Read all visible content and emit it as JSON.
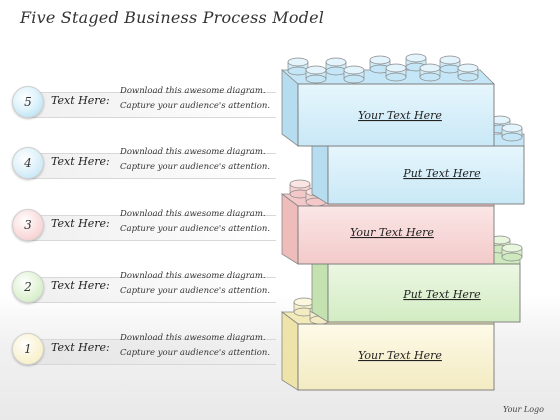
{
  "title": "Five Staged Business Process Model",
  "logo_text": "Your Logo",
  "steps": [
    {
      "number": "5",
      "label": "Text Here:",
      "desc_line1": "Download this awesome diagram.",
      "desc_line2": "Capture your audience's attention.",
      "color": "#a9dcf2"
    },
    {
      "number": "4",
      "label": "Text Here:",
      "desc_line1": "Download this awesome diagram.",
      "desc_line2": "Capture your audience's attention.",
      "color": "#b8e0f4"
    },
    {
      "number": "3",
      "label": "Text Here:",
      "desc_line1": "Download this awesome diagram.",
      "desc_line2": "Capture your audience's attention.",
      "color": "#f5c5c5"
    },
    {
      "number": "2",
      "label": "Text Here:",
      "desc_line1": "Download this awesome diagram.",
      "desc_line2": "Capture your audience's attention.",
      "color": "#c8e8b8"
    },
    {
      "number": "1",
      "label": "Text Here:",
      "desc_line1": "Download this awesome diagram.",
      "desc_line2": "Capture your audience's attention.",
      "color": "#f5edb8"
    }
  ],
  "bricks": {
    "b5": "Your Text Here",
    "b4": "Put Text Here",
    "b3": "Your Text Here",
    "b2": "Put Text Here",
    "b1": "Your Text Here"
  },
  "colors": {
    "blue_face": "#dcf1fb",
    "blue_top": "#c4e6f6",
    "blue_side": "#b6dcef",
    "pink_face": "#f9dcdc",
    "pink_top": "#f4c8c8",
    "green_face": "#e3f3d8",
    "green_top": "#cfe9bf",
    "yellow_face": "#fbf6da",
    "yellow_top": "#f2eab8"
  }
}
